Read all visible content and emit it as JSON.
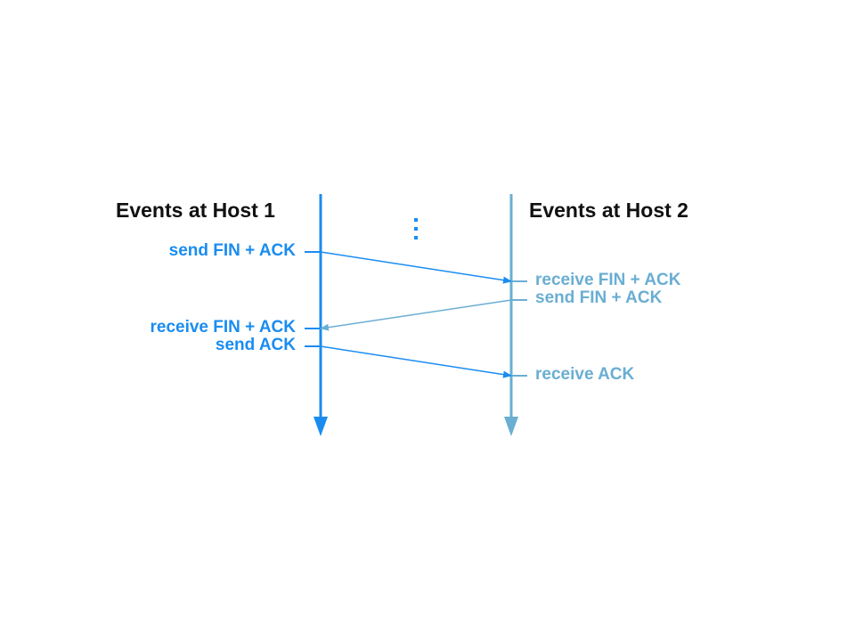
{
  "host1": {
    "title": "Events at Host 1",
    "events": [
      "send FIN + ACK",
      "receive FIN + ACK",
      "send ACK"
    ]
  },
  "host2": {
    "title": "Events at Host 2",
    "events": [
      "receive FIN + ACK",
      "send FIN + ACK",
      "receive ACK"
    ]
  },
  "colors": {
    "host1": "#1a8cf0",
    "host2": "#6aaed2",
    "title": "#111111"
  }
}
